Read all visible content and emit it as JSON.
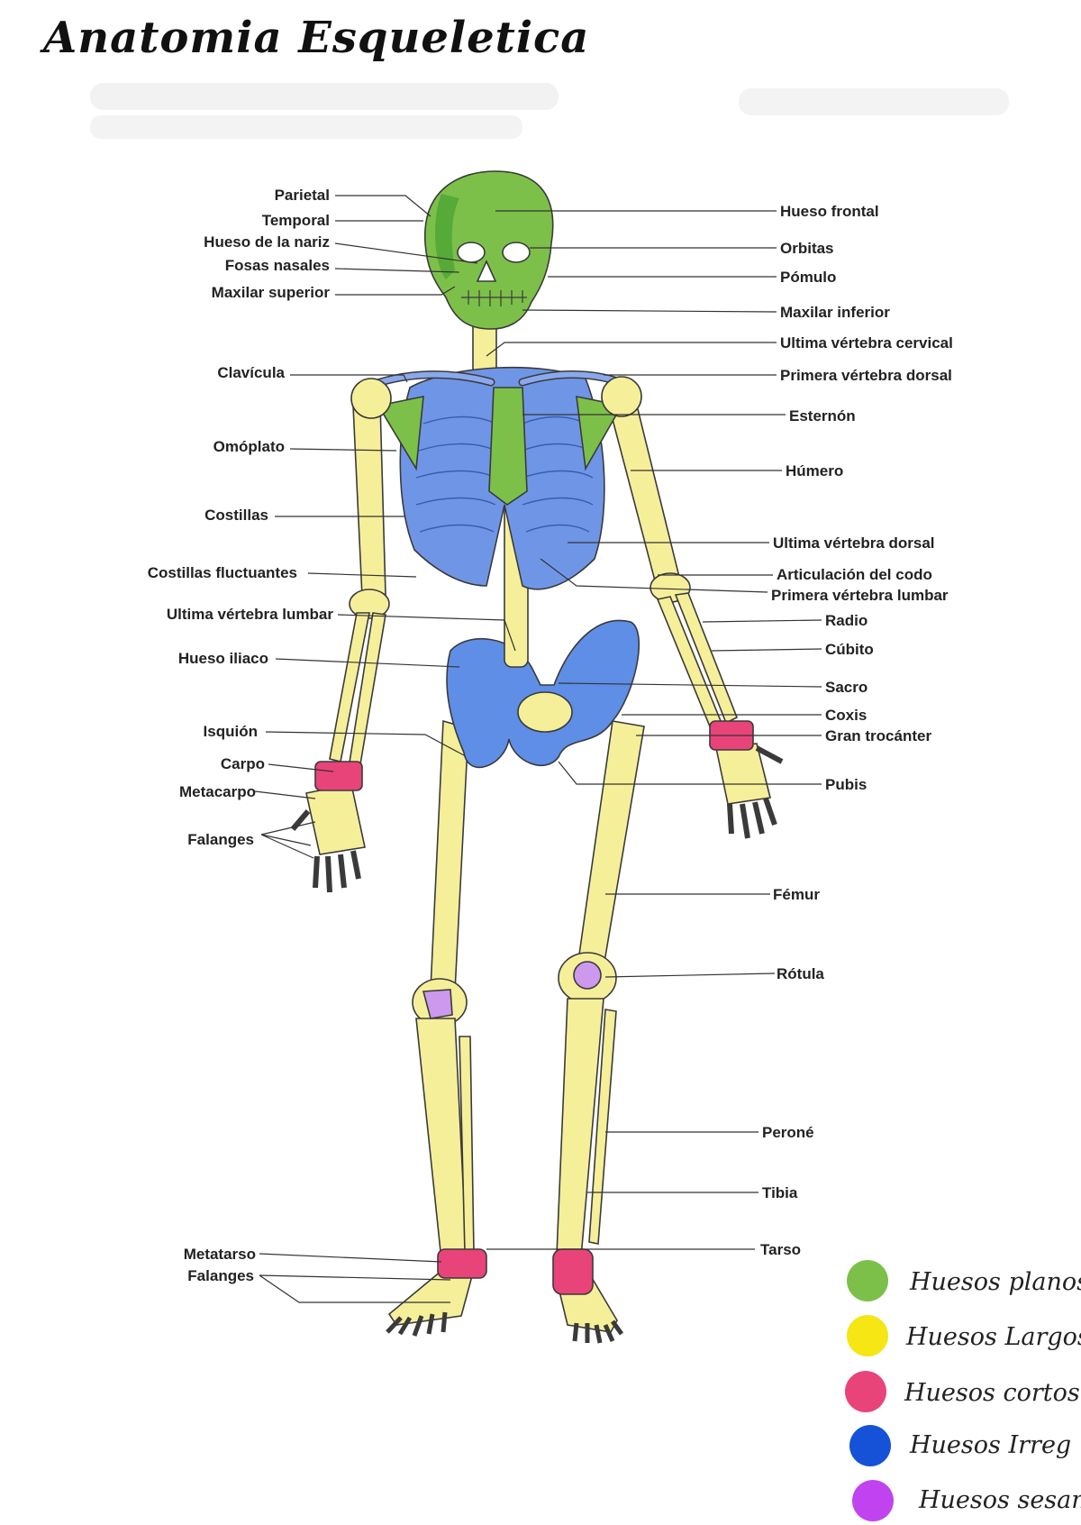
{
  "title": "Anatomia Esqueletica",
  "colors": {
    "plano": "#7cc04a",
    "largo": "#f6ef9a",
    "corto": "#e8447a",
    "irregular": "#5e8ee6",
    "sesamoideo": "#cc99ee",
    "outline": "#3a3a3a"
  },
  "labels_left": [
    {
      "id": "parietal",
      "text": "Parietal"
    },
    {
      "id": "temporal",
      "text": "Temporal"
    },
    {
      "id": "hueso-nariz",
      "text": "Hueso de la nariz"
    },
    {
      "id": "fosas-nasales",
      "text": "Fosas nasales"
    },
    {
      "id": "maxilar-superior",
      "text": "Maxilar superior"
    },
    {
      "id": "clavicula",
      "text": "Clavícula"
    },
    {
      "id": "omoplato",
      "text": "Omóplato"
    },
    {
      "id": "costillas",
      "text": "Costillas"
    },
    {
      "id": "costillas-fluctuantes",
      "text": "Costillas fluctuantes"
    },
    {
      "id": "ultima-vertebra-lumbar",
      "text": "Ultima vértebra lumbar"
    },
    {
      "id": "hueso-iliaco",
      "text": "Hueso iliaco"
    },
    {
      "id": "isquion",
      "text": "Isquión"
    },
    {
      "id": "carpo",
      "text": "Carpo"
    },
    {
      "id": "metacarpo",
      "text": "Metacarpo"
    },
    {
      "id": "falanges-mano",
      "text": "Falanges"
    },
    {
      "id": "metatarso",
      "text": "Metatarso"
    },
    {
      "id": "falanges-pie",
      "text": "Falanges"
    }
  ],
  "labels_right": [
    {
      "id": "hueso-frontal",
      "text": "Hueso frontal"
    },
    {
      "id": "orbitas",
      "text": "Orbitas"
    },
    {
      "id": "pomulo",
      "text": "Pómulo"
    },
    {
      "id": "maxilar-inferior",
      "text": "Maxilar inferior"
    },
    {
      "id": "ultima-vertebra-cervical",
      "text": "Ultima vértebra cervical"
    },
    {
      "id": "primera-vertebra-dorsal",
      "text": "Primera vértebra dorsal"
    },
    {
      "id": "esternon",
      "text": "Esternón"
    },
    {
      "id": "humero",
      "text": "Húmero"
    },
    {
      "id": "ultima-vertebra-dorsal",
      "text": "Ultima vértebra dorsal"
    },
    {
      "id": "articulacion-codo",
      "text": "Articulación del codo"
    },
    {
      "id": "primera-vertebra-lumbar",
      "text": "Primera vértebra lumbar"
    },
    {
      "id": "radio",
      "text": "Radio"
    },
    {
      "id": "cubito",
      "text": "Cúbito"
    },
    {
      "id": "sacro",
      "text": "Sacro"
    },
    {
      "id": "coxis",
      "text": "Coxis"
    },
    {
      "id": "gran-trocanter",
      "text": "Gran trocánter"
    },
    {
      "id": "pubis",
      "text": "Pubis"
    },
    {
      "id": "femur",
      "text": "Fémur"
    },
    {
      "id": "rotula",
      "text": "Rótula"
    },
    {
      "id": "perone",
      "text": "Peroné"
    },
    {
      "id": "tibia",
      "text": "Tibia"
    },
    {
      "id": "tarso",
      "text": "Tarso"
    }
  ],
  "legend": [
    {
      "id": "planos",
      "text": "Huesos planos",
      "color": "#7cc04a"
    },
    {
      "id": "largos",
      "text": "Huesos Largos",
      "color": "#f5e614"
    },
    {
      "id": "cortos",
      "text": "Huesos cortos",
      "color": "#e8447a"
    },
    {
      "id": "irregulares",
      "text": "Huesos Irreg",
      "color": "#1552d8"
    },
    {
      "id": "sesamoideos",
      "text": "Huesos sesam",
      "color": "#c143f0"
    }
  ]
}
